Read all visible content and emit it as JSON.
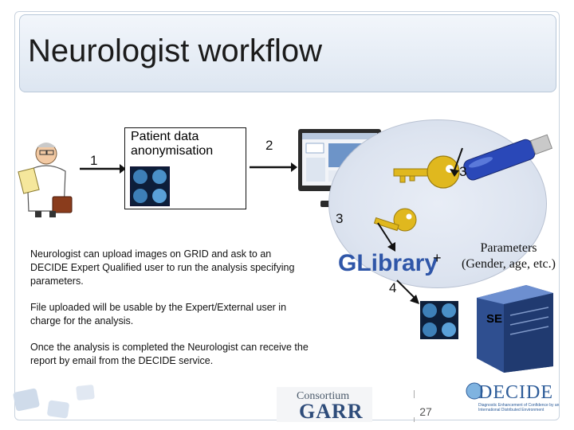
{
  "slide": {
    "title": "Neurologist workflow",
    "page_number": "27"
  },
  "workflow": {
    "step1_label": "1",
    "anonymisation_label": "Patient data anonymisation",
    "step2_label": "2",
    "step3_label_key": "3",
    "step3_label_center": "3",
    "step4_label": "4",
    "parameters_line1": "Parameters",
    "parameters_line2": "(Gender, age, etc.)",
    "plus_sign": "+",
    "se_label": "SE"
  },
  "description": {
    "para1": "Neurologist can upload images on GRID and ask to an DECIDE Expert Qualified user to run the analysis specifying parameters.",
    "para2": "File uploaded will be usable by the Expert/External user in charge for the analysis.",
    "para3": "Once the analysis is completed the Neurologist can receive the report by email from the DECIDE service."
  },
  "logos": {
    "glibrary": "GLibrary",
    "consortium": "Consortium",
    "garr": "GARR",
    "decide": "DECIDE",
    "decide_sub": "Diagnostic Enhancement of Confidence by an International Distributed Environment"
  },
  "colors": {
    "key_gold": "#e0b81e",
    "usb_blue": "#2a48b8",
    "server_blue": "#3b5fa6",
    "arrow_black": "#111111"
  }
}
